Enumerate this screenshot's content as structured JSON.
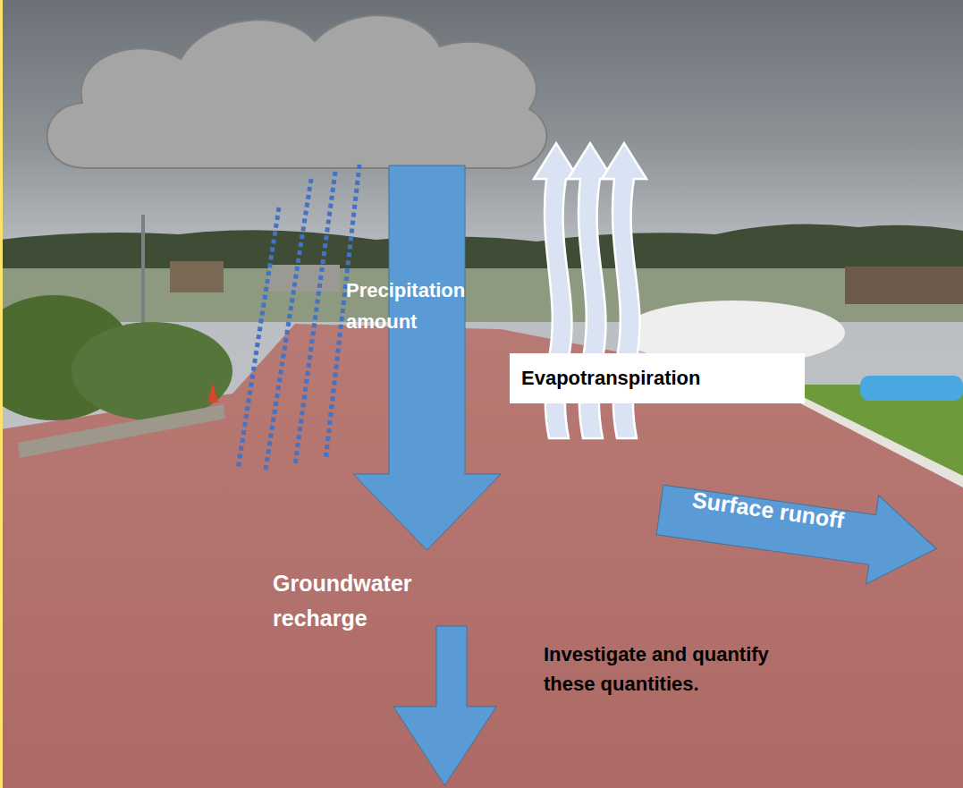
{
  "diagram": {
    "nodes": [
      {
        "text": [
          "Precipitation amount"
        ]
      },
      {
        "text": [
          "Evapotranspiration"
        ]
      },
      {
        "text": [
          "Surface runoff"
        ]
      }
    ],
    "labels": [
      "Groundwater recharge",
      "Investigate and quantify these quantities."
    ]
  }
}
